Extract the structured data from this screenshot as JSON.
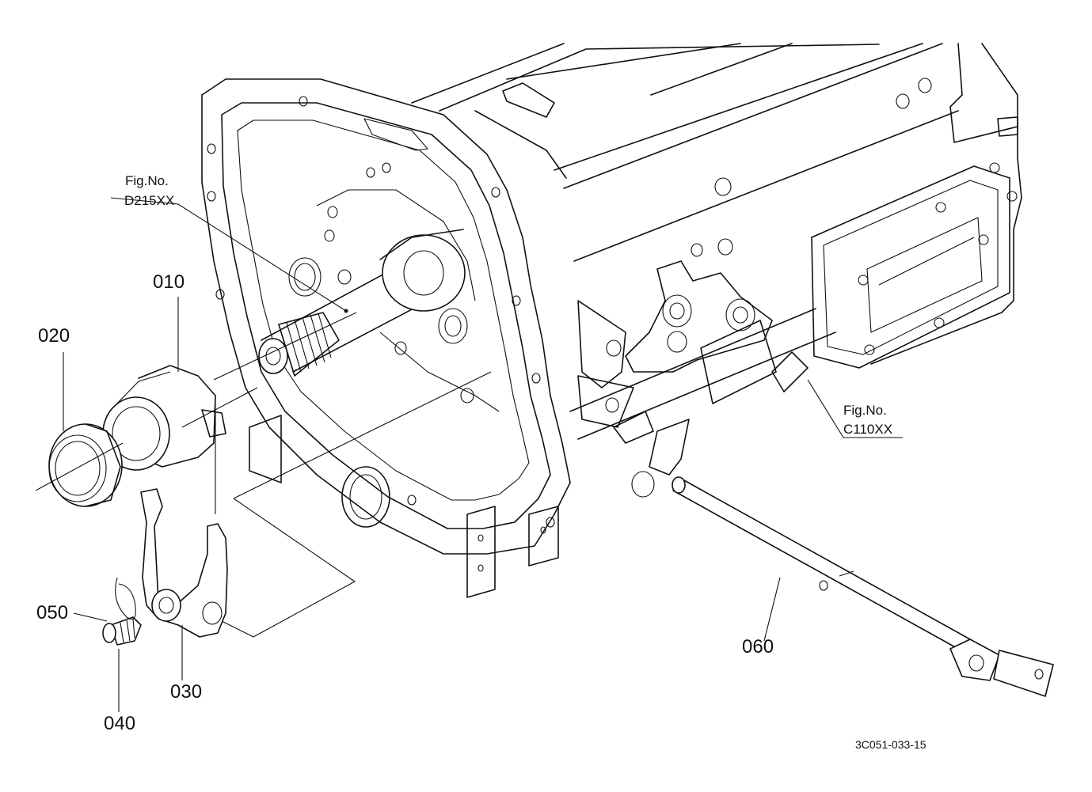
{
  "parts": [
    {
      "number": "010"
    },
    {
      "number": "020"
    },
    {
      "number": "030"
    },
    {
      "number": "040"
    },
    {
      "number": "050"
    },
    {
      "number": "060"
    }
  ],
  "figure_refs": [
    {
      "prefix": "Fig.No.",
      "code": "D215XX"
    },
    {
      "prefix": "Fig.No.",
      "code": "C110XX"
    }
  ],
  "drawing_code": "3C051-033-15"
}
